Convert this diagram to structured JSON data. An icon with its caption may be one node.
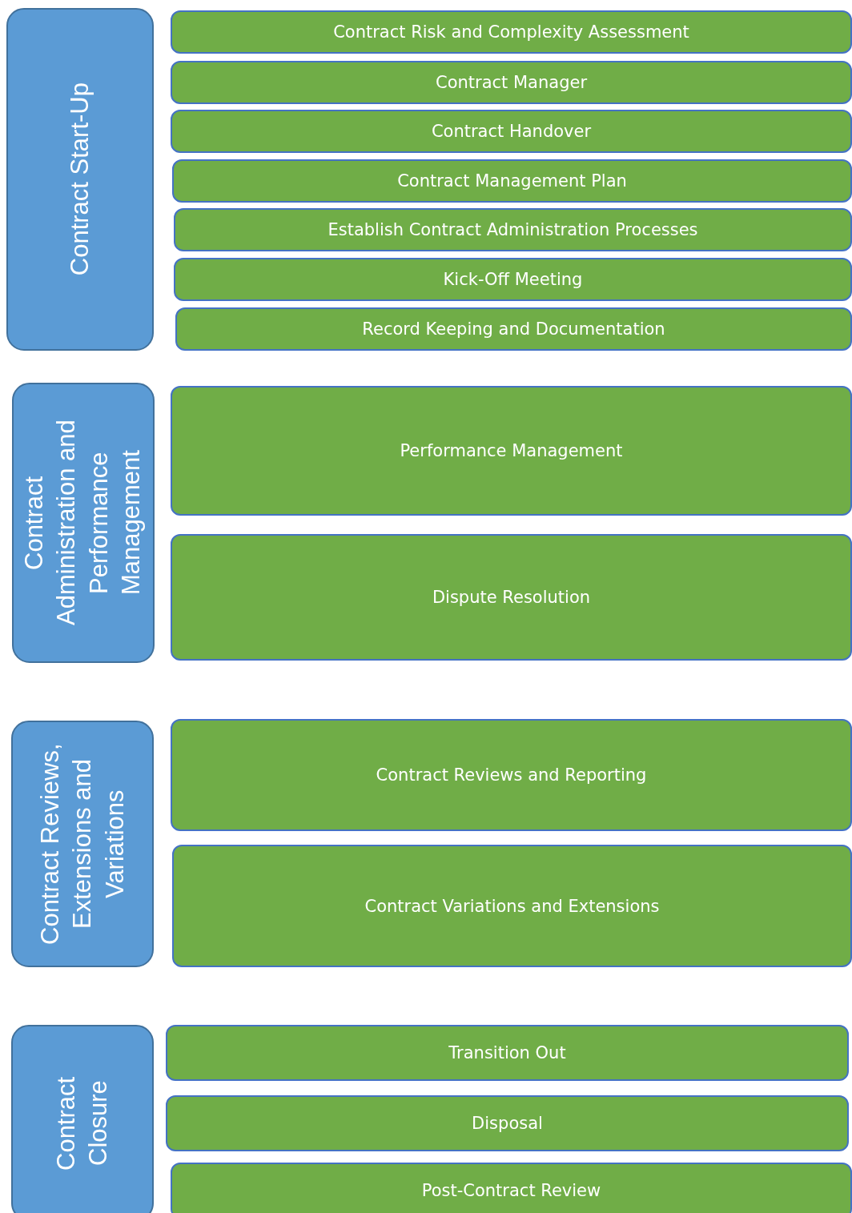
{
  "diagram": {
    "nodes": [
      {
        "text": [
          "Contract Start-Up"
        ]
      },
      {
        "text": [
          "Contract Risk and Complexity Assessment"
        ]
      },
      {
        "text": [
          "Contract Manager"
        ]
      },
      {
        "text": [
          "Contract Handover"
        ]
      },
      {
        "text": [
          "Contract Management Plan"
        ]
      },
      {
        "text": [
          "Establish Contract Administration Processes"
        ]
      },
      {
        "text": [
          "Kick-Off Meeting"
        ]
      },
      {
        "text": [
          "Record Keeping and Documentation"
        ]
      },
      {
        "text": [
          "Contract Administration and Performance Management"
        ]
      },
      {
        "text": [
          "Performance Management"
        ]
      },
      {
        "text": [
          "Dispute Resolution"
        ]
      },
      {
        "text": [
          "Contract Reviews, Extensions and Variations"
        ]
      },
      {
        "text": [
          "Contract Reviews and Reporting"
        ]
      },
      {
        "text": [
          "Contract Variations and Extensions"
        ]
      },
      {
        "text": [
          "Contract Closure"
        ]
      },
      {
        "text": [
          "Transition Out"
        ]
      },
      {
        "text": [
          "Disposal"
        ]
      },
      {
        "text": [
          "Post-Contract Review"
        ]
      }
    ]
  }
}
